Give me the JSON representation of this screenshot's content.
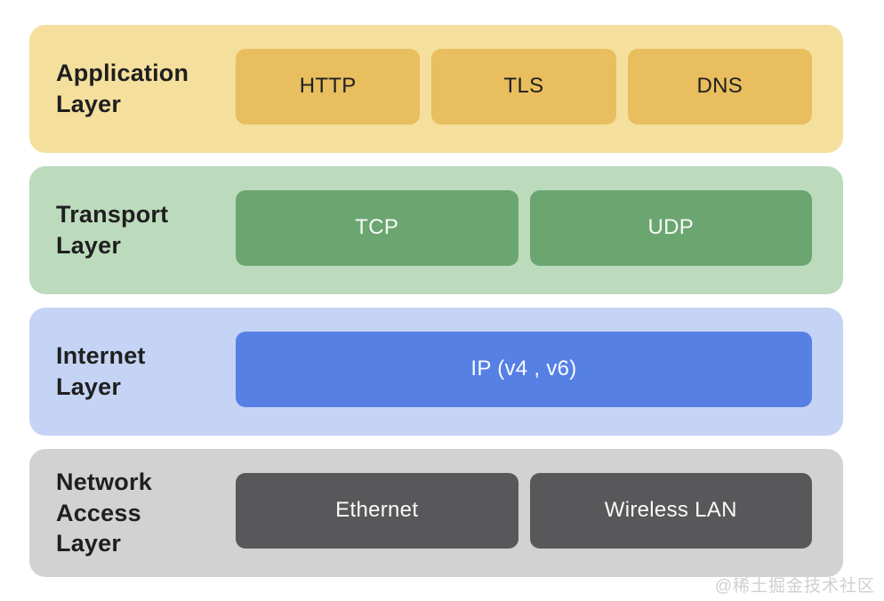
{
  "layers": [
    {
      "label": "Application\nLayer",
      "label_color": "#1f1f1f",
      "bg_color": "#f5df9d",
      "box_bg_color": "#e8be5e",
      "box_text_color": "#1f1f1f",
      "boxes": [
        {
          "label": "HTTP"
        },
        {
          "label": "TLS"
        },
        {
          "label": "DNS"
        }
      ]
    },
    {
      "label": "Transport\nLayer",
      "label_color": "#1f1f1f",
      "bg_color": "#bcdbbd",
      "box_bg_color": "#6ba570",
      "box_text_color": "#f7faf6",
      "boxes": [
        {
          "label": "TCP"
        },
        {
          "label": "UDP"
        }
      ]
    },
    {
      "label": "Internet\nLayer",
      "label_color": "#1f1f1f",
      "bg_color": "#c5d3f4",
      "box_bg_color": "#5680e4",
      "box_text_color": "#fbfcff",
      "boxes": [
        {
          "label": "IP (v4 , v6)"
        }
      ]
    },
    {
      "label": "Network\nAccess\nLayer",
      "label_color": "#1f1f1f",
      "bg_color": "#d2d2d2",
      "box_bg_color": "#58585a",
      "box_text_color": "#fafafa",
      "boxes": [
        {
          "label": "Ethernet"
        },
        {
          "label": "Wireless LAN"
        }
      ]
    }
  ],
  "watermark": {
    "text": "@稀土掘金技术社区",
    "color": "#cfcfcf"
  }
}
